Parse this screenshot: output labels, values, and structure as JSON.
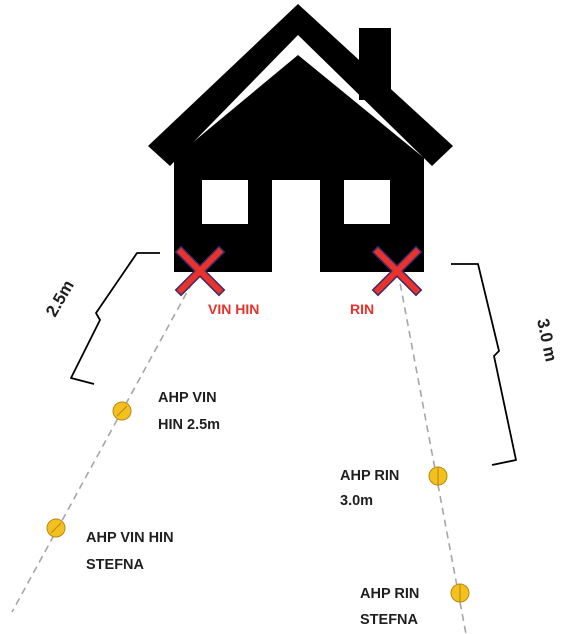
{
  "colors": {
    "house": "#000000",
    "marker_x": "#e8322b",
    "marker_point": "#f4c020",
    "line": "#a6a6a6",
    "label_red": "#e8322b",
    "label_dark": "#1f1f1f"
  },
  "icons": {
    "house": "house-icon",
    "marker_x": "x-mark-icon",
    "point": "circle-icon"
  },
  "markers": {
    "left_label": "VIN HIN",
    "right_label": "RIN"
  },
  "dimensions": {
    "left": "2.5m",
    "right": "3.0 m"
  },
  "points": {
    "left_near": [
      "AHP VIN",
      "HIN 2.5m"
    ],
    "left_far": [
      "AHP VIN HIN",
      "STEFNA"
    ],
    "right_near": [
      "AHP RIN",
      "3.0m"
    ],
    "right_far": [
      "AHP RIN",
      "STEFNA"
    ]
  }
}
